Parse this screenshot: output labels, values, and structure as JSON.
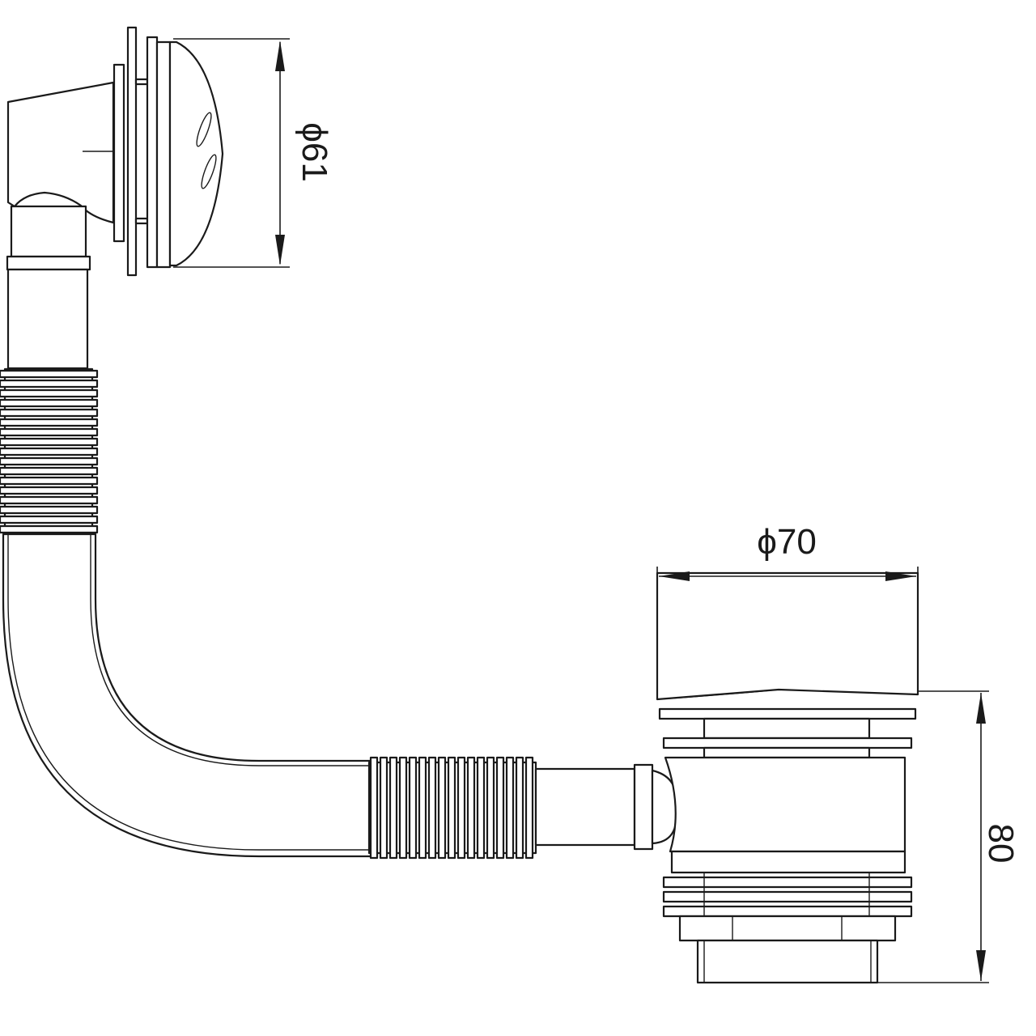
{
  "dimensions": {
    "overflow_diameter": "ϕ61",
    "waste_diameter": "ϕ70",
    "waste_height": "80"
  }
}
